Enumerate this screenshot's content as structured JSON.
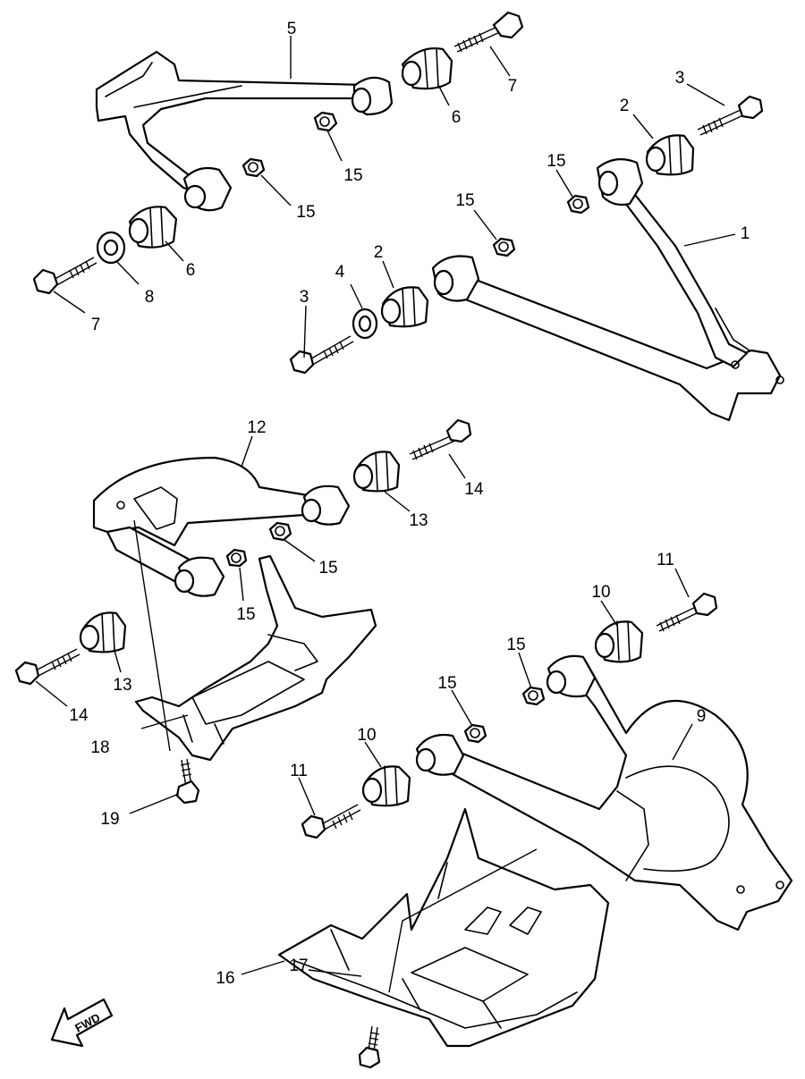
{
  "labels": {
    "l5": "5",
    "l7a": "7",
    "l6a": "6",
    "l15a": "15",
    "l15b": "15",
    "l6b": "6",
    "l8": "8",
    "l7b": "7",
    "l3a": "3",
    "l2a": "2",
    "l15c": "15",
    "l15d": "15",
    "l1": "1",
    "l4": "4",
    "l2b": "2",
    "l3b": "3",
    "l12": "12",
    "l14a": "14",
    "l13a": "13",
    "l15e": "15",
    "l15f": "15",
    "l13b": "13",
    "l14b": "14",
    "l18": "18",
    "l19": "19",
    "l11a": "11",
    "l10a": "10",
    "l15g": "15",
    "l9": "9",
    "l15h": "15",
    "l10b": "10",
    "l11b": "11",
    "l16": "16",
    "l17": "17"
  },
  "direction_marker": {
    "text": "FWD",
    "icon": "arrow-fwd-icon"
  },
  "colors": {
    "line": "#000000",
    "background": "#ffffff"
  }
}
